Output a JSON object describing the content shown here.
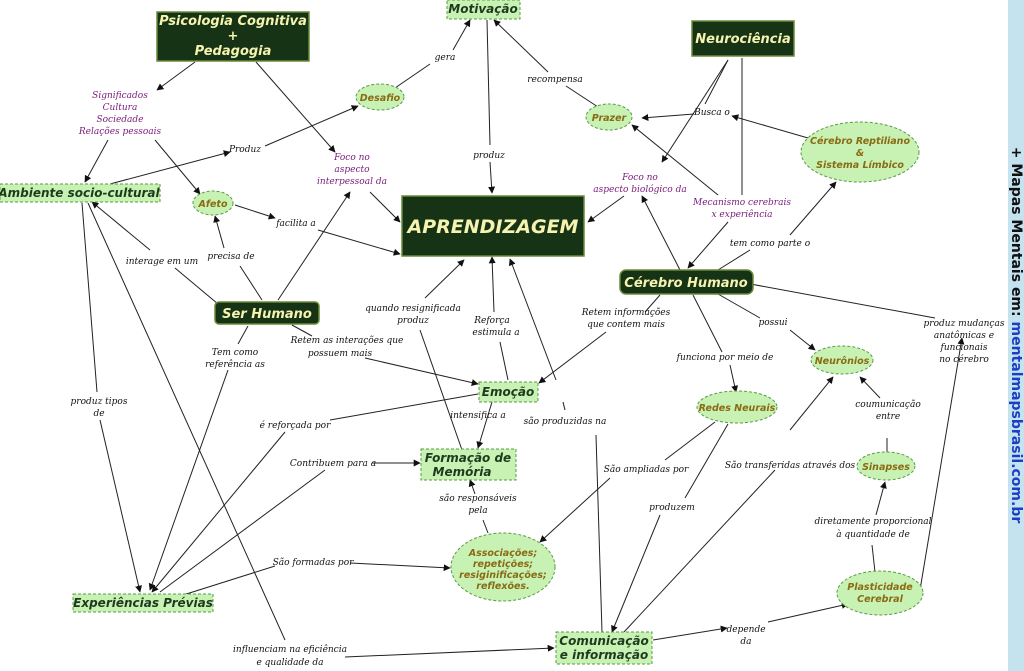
{
  "nodes": {
    "motivacao": "Motivação",
    "psicologia": [
      "Psicologia Cognitiva",
      "+",
      "Pedagogia"
    ],
    "neurociencia": "Neurociência",
    "aprendizagem": "APRENDIZAGEM",
    "ambiente": "Ambiente socio-cultural",
    "ser_humano": "Ser Humano",
    "cerebro_humano": "Cérebro Humano",
    "emocao": "Emoção",
    "formacao": [
      "Formação de",
      "Memória"
    ],
    "experiencias": "Experiências Prévias",
    "comunicacao": [
      "Comunicação",
      "e informação"
    ],
    "desafio": "Desafio",
    "prazer": "Prazer",
    "afeto": "Afeto",
    "cerebro_reptiliano": [
      "Cérebro Reptiliano",
      "&",
      "Sistema Límbico"
    ],
    "neuronios": "Neurônios",
    "redes_neurais": "Redes Neurais",
    "sinapses": "Sinapses",
    "associacoes": [
      "Associações;",
      "repetições;",
      "resiginificações;",
      "reflexões."
    ],
    "plasticidade": [
      "Plasticidade",
      "Cerebral"
    ]
  },
  "labels": {
    "significados": [
      "Significados",
      "Cultura",
      "Sociedade",
      "Relações pessoais"
    ],
    "foco_interpessoal": [
      "Foco no",
      "aspecto",
      "interpessoal da"
    ],
    "foco_biologico": [
      "Foco no",
      "aspecto biológico da"
    ],
    "mecanismo": [
      "Mecanismo cerebrais",
      "x experiência"
    ],
    "gera": "gera",
    "recompensa": "recompensa",
    "produz": "produz",
    "busca": "Busca o",
    "produz2": "Produz",
    "facilita": "facilita a",
    "interage": "interage em um",
    "precisa": "precisa de",
    "tem_como_parte": "tem como parte o",
    "quando": [
      "quando resignificada",
      "produz"
    ],
    "reforca": [
      "Reforça",
      "estimula a"
    ],
    "retem_info": [
      "Retem informações",
      "que contem mais"
    ],
    "possui": "possui",
    "tem_como_ref": [
      "Tem como",
      "referência as"
    ],
    "retem_inter": [
      "Retem as interações que",
      "possuem mais"
    ],
    "produz_tipos": [
      "produz tipos",
      "de"
    ],
    "funciona": "funciona por meio de",
    "produz_mudancas": [
      "produz mudanças",
      "anatômicas e",
      "funcionais",
      "no cérebro"
    ],
    "intensifica": "intensifica a",
    "reforcada": "é reforçada por",
    "sao_produzidas": "são produzidas na",
    "coumunicacao": [
      "coumunicação",
      "entre"
    ],
    "contribuem": "Contribuem para a",
    "sao_ampliadas": "São ampliadas por",
    "sao_transferidas": "São transferidas através dos",
    "responsaveis": [
      "são responsáveis",
      "pela"
    ],
    "produzem": "produzem",
    "diretamente": [
      "diretamente proporcional",
      "à quantidade de"
    ],
    "formadas": "São formadas por",
    "influenciam": [
      "influenciam na eficiência",
      "e qualidade da"
    ],
    "depende": [
      "depende",
      "da"
    ]
  },
  "sidebar": {
    "prefix": "+ Mapas Mentais em: ",
    "url": "mentalmapsbrasil.com.br"
  },
  "colors": {
    "dark_box": "#163316",
    "dark_text": "#f6f3b0",
    "light_green": "#c8f2b4",
    "ellipse_text": "#8a6a12",
    "purple_label": "#7a1a7a",
    "sidebar": "#c5e3ef",
    "link_blue": "#1a3fc4"
  }
}
